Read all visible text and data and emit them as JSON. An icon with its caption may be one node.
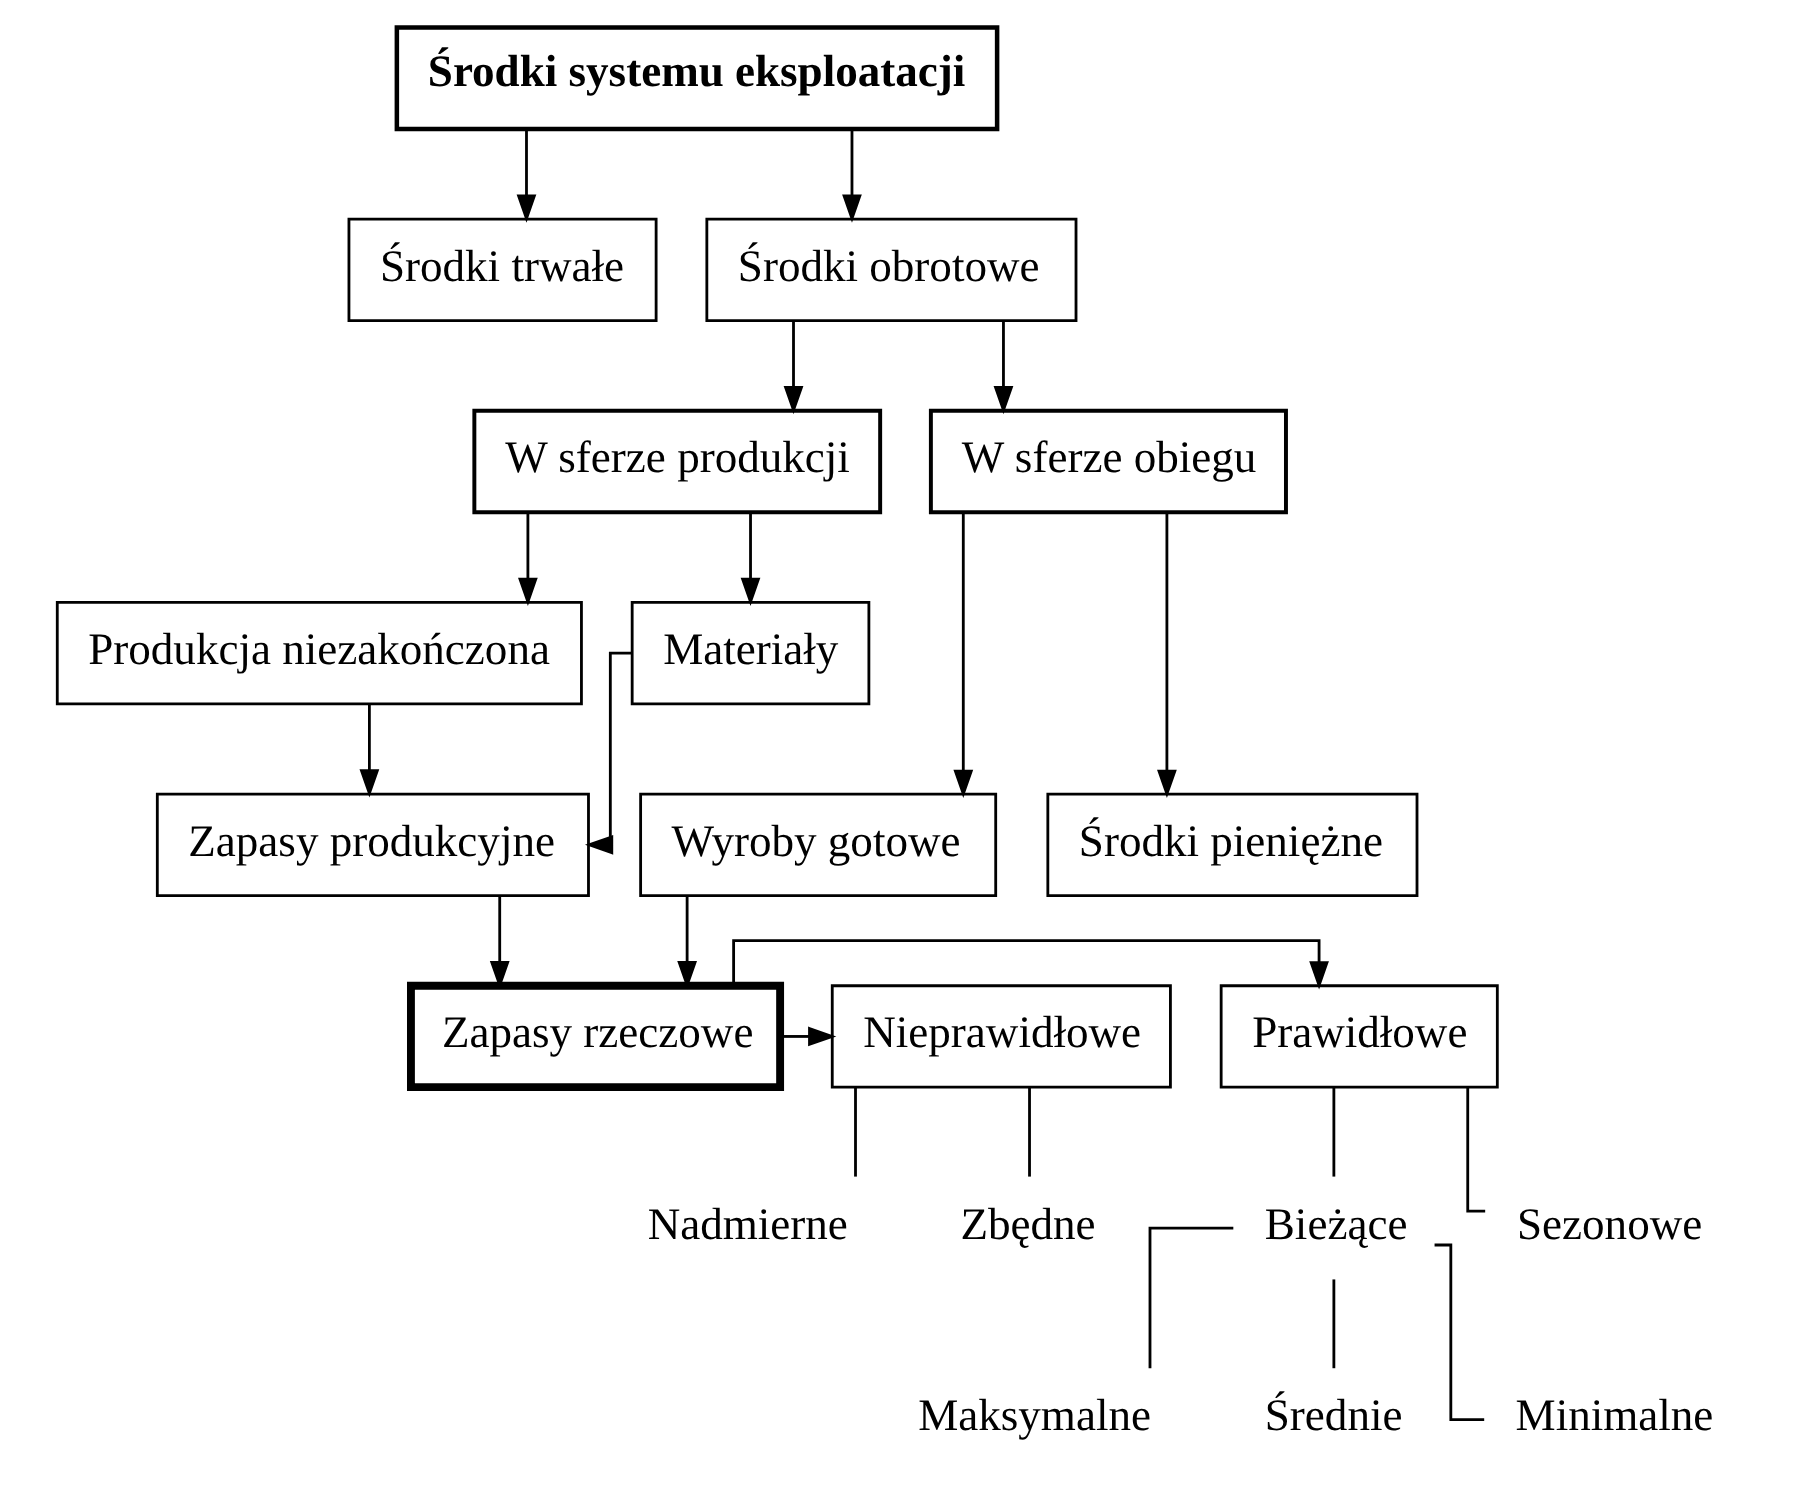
{
  "diagram": {
    "nodes": [
      {
        "text": [
          "Środki systemu eksploatacji"
        ]
      },
      {
        "text": [
          "Środki trwałe"
        ]
      },
      {
        "text": [
          "Środki obrotowe"
        ]
      },
      {
        "text": [
          "W sferze produkcji"
        ]
      },
      {
        "text": [
          "W sferze obiegu"
        ]
      },
      {
        "text": [
          "Produkcja niezakończona"
        ]
      },
      {
        "text": [
          "Materiały"
        ]
      },
      {
        "text": [
          "Zapasy produkcyjne"
        ]
      },
      {
        "text": [
          "Wyroby gotowe"
        ]
      },
      {
        "text": [
          "Środki pieniężne"
        ]
      },
      {
        "text": [
          "Zapasy rzeczowe"
        ]
      },
      {
        "text": [
          "Prawidłowe"
        ]
      },
      {
        "text": [
          "Nieprawidłowe"
        ]
      },
      {
        "text": [
          "Bieżące"
        ]
      },
      {
        "text": [
          "Sezonowe"
        ]
      },
      {
        "text": [
          "Maksymalne"
        ]
      },
      {
        "text": [
          "Średnie"
        ]
      },
      {
        "text": [
          "Minimalne"
        ]
      },
      {
        "text": [
          "Nadmierne"
        ]
      },
      {
        "text": [
          "Zbędne"
        ]
      }
    ],
    "edges": [
      {
        "from": 0,
        "to": 1,
        "arrow": "to"
      },
      {
        "from": 0,
        "to": 2,
        "arrow": "to"
      },
      {
        "from": 2,
        "to": 3,
        "arrow": "to"
      },
      {
        "from": 2,
        "to": 4,
        "arrow": "to"
      },
      {
        "from": 3,
        "to": 5,
        "arrow": "to"
      },
      {
        "from": 3,
        "to": 6,
        "arrow": "to"
      },
      {
        "from": 5,
        "to": 7,
        "arrow": "to"
      },
      {
        "from": 6,
        "to": 7,
        "arrow": "to"
      },
      {
        "from": 4,
        "to": 8,
        "arrow": "to"
      },
      {
        "from": 4,
        "to": 9,
        "arrow": "to"
      },
      {
        "from": 7,
        "to": 10,
        "arrow": "to"
      },
      {
        "from": 8,
        "to": 10,
        "arrow": "to"
      },
      {
        "from": 10,
        "to": 11,
        "arrow": "to"
      },
      {
        "from": 10,
        "to": 12,
        "arrow": "to"
      },
      {
        "from": 11,
        "to": 13,
        "arrow": "none"
      },
      {
        "from": 11,
        "to": 14,
        "arrow": "none"
      },
      {
        "from": 13,
        "to": 15,
        "arrow": "none"
      },
      {
        "from": 13,
        "to": 16,
        "arrow": "none"
      },
      {
        "from": 13,
        "to": 17,
        "arrow": "none"
      },
      {
        "from": 12,
        "to": 18,
        "arrow": "none"
      },
      {
        "from": 12,
        "to": 19,
        "arrow": "none"
      }
    ]
  }
}
